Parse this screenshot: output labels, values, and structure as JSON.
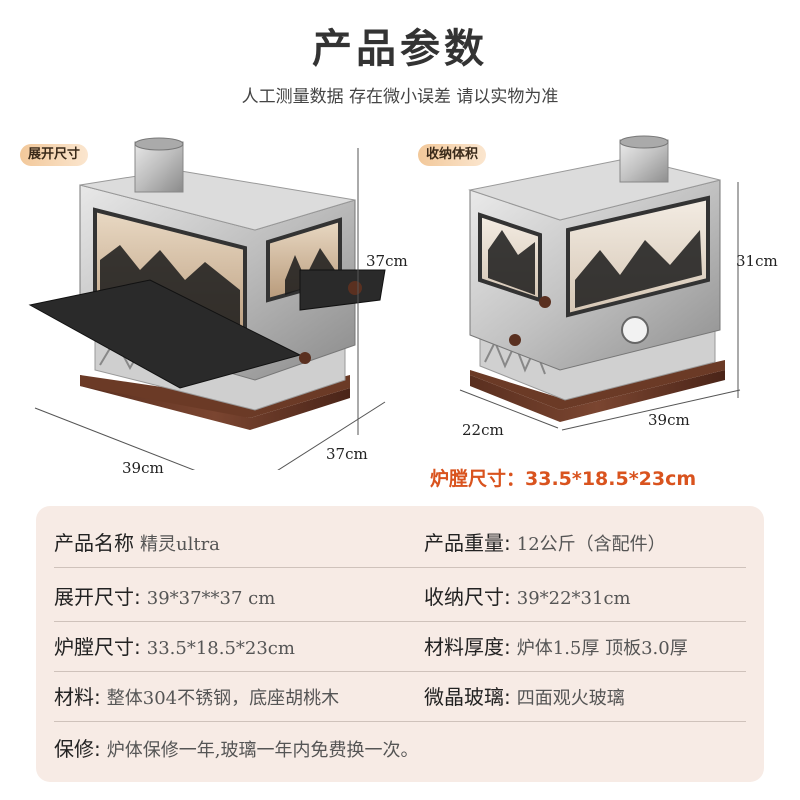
{
  "header": {
    "title": "产品参数",
    "subtitle": "人工测量数据 存在微小误差 请以实物为准"
  },
  "left_product": {
    "badge": "展开尺寸",
    "height": "37cm",
    "width": "39cm",
    "depth": "37cm"
  },
  "right_product": {
    "badge": "收纳体积",
    "height": "31cm",
    "width": "39cm",
    "depth": "22cm"
  },
  "chamber_highlight": "炉膛尺寸：33.5*18.5*23cm",
  "specs": [
    {
      "label_a": "产品名称",
      "value_a": "精灵ultra",
      "label_b": "产品重量:",
      "value_b": "12公斤（含配件）"
    },
    {
      "label_a": "展开尺寸:",
      "value_a": "39*37**37 cm",
      "label_b": "收纳尺寸:",
      "value_b": "39*22*31cm"
    },
    {
      "label_a": "炉膛尺寸:",
      "value_a": "33.5*18.5*23cm",
      "label_b": "材料厚度:",
      "value_b": "炉体1.5厚 顶板3.0厚"
    },
    {
      "label_a": "材料:",
      "value_a": "整体304不锈钢，底座胡桃木",
      "label_b": "微晶玻璃:",
      "value_b": "四面观火玻璃"
    },
    {
      "label_a": "保修:",
      "value_a": "炉体保修一年,玻璃一年内免费换一次。",
      "label_b": "",
      "value_b": ""
    }
  ]
}
